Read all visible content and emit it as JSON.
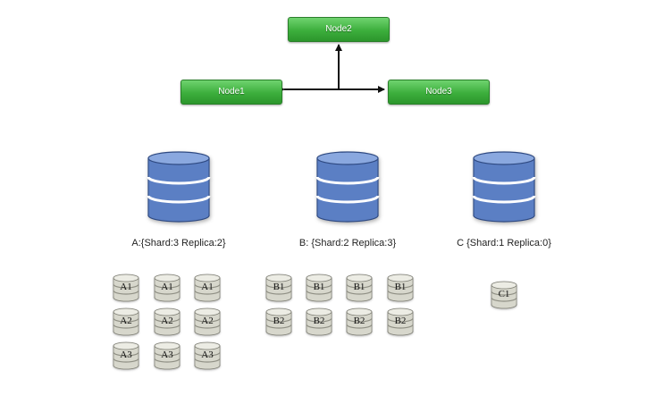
{
  "nodes": {
    "node1": "Node1",
    "node2": "Node2",
    "node3": "Node3"
  },
  "indices": [
    {
      "label": "A:{Shard:3 Replica:2}"
    },
    {
      "label": "B: {Shard:2 Replica:3}"
    },
    {
      "label": "C {Shard:1 Replica:0}"
    }
  ],
  "shards": {
    "a1": "A1",
    "a2": "A2",
    "a3": "A3",
    "b1": "B1",
    "b2": "B2",
    "c1": "C1"
  },
  "colors": {
    "node_green": "#3cae3c",
    "database_blue": "#5b7fc4",
    "shard_gray": "#d7d7cc"
  }
}
